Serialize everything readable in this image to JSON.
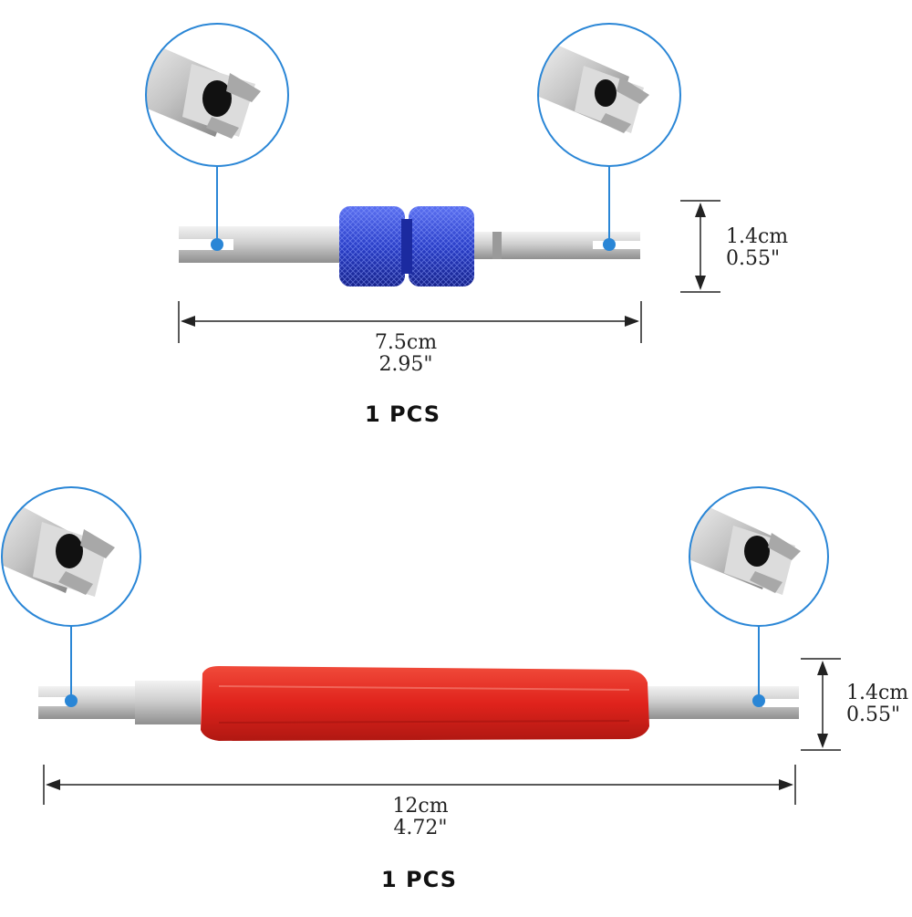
{
  "tool_top": {
    "width_cm": "7.5cm",
    "width_in": "2.95\"",
    "height_cm": "1.4cm",
    "height_in": "0.55\"",
    "quantity": "1 PCS",
    "handle_color": "#2a3fc8"
  },
  "tool_bottom": {
    "width_cm": "12cm",
    "width_in": "4.72\"",
    "height_cm": "1.4cm",
    "height_in": "0.55\"",
    "quantity": "1 PCS",
    "handle_color": "#e0231c"
  },
  "colors": {
    "callout_ring": "#2a86d6",
    "callout_dot": "#2a86d6",
    "metal": "#c8c8c8"
  }
}
